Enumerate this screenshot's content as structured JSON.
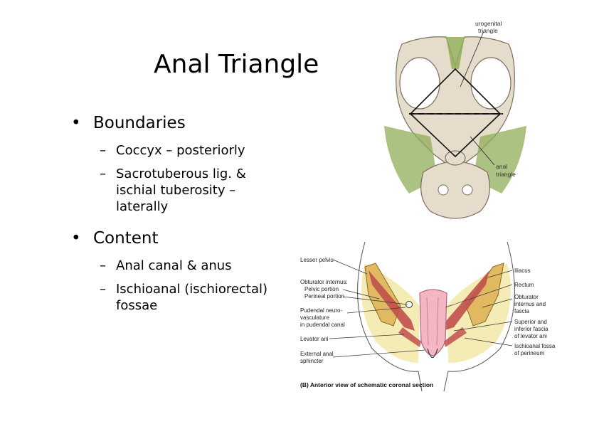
{
  "slide": {
    "title": "Anal Triangle",
    "sections": [
      {
        "heading": "Boundaries",
        "items": [
          "Coccyx – posteriorly",
          "Sacrotuberous lig. & ischial tuberosity – laterally"
        ]
      },
      {
        "heading": "Content",
        "items": [
          "Anal canal & anus",
          "Ischioanal (ischiorectal) fossae"
        ]
      }
    ]
  },
  "figure_top": {
    "labels": {
      "urogenital_1": "urogenital",
      "urogenital_2": "triangle",
      "anal_1": "anal",
      "anal_2": "triangle"
    }
  },
  "figure_bottom": {
    "caption": "(B) Anterior view of schematic coronal section",
    "left_labels": {
      "lesser_pelvis": "Lesser pelvis",
      "obturator_internus": "Obturator internus:",
      "pelvic_portion": "Pelvic portion",
      "perineal_portion": "Perineal portion",
      "pudendal_1": "Pudendal neuro-",
      "pudendal_2": "vasculature",
      "pudendal_3": "in pudendal canal",
      "levator_ani": "Levator ani",
      "ext_sphincter_1": "External anal",
      "ext_sphincter_2": "sphincter"
    },
    "right_labels": {
      "iliacus": "Iliacus",
      "rectum": "Rectum",
      "obturator_1": "Obturator",
      "obturator_2": "internus and",
      "obturator_3": "fascia",
      "fascia_1": "Superior and",
      "fascia_2": "inferior fascia",
      "fascia_3": "of levator ani",
      "fossa_1": "Ischioanal fossa",
      "fossa_2": "of perineum"
    }
  }
}
